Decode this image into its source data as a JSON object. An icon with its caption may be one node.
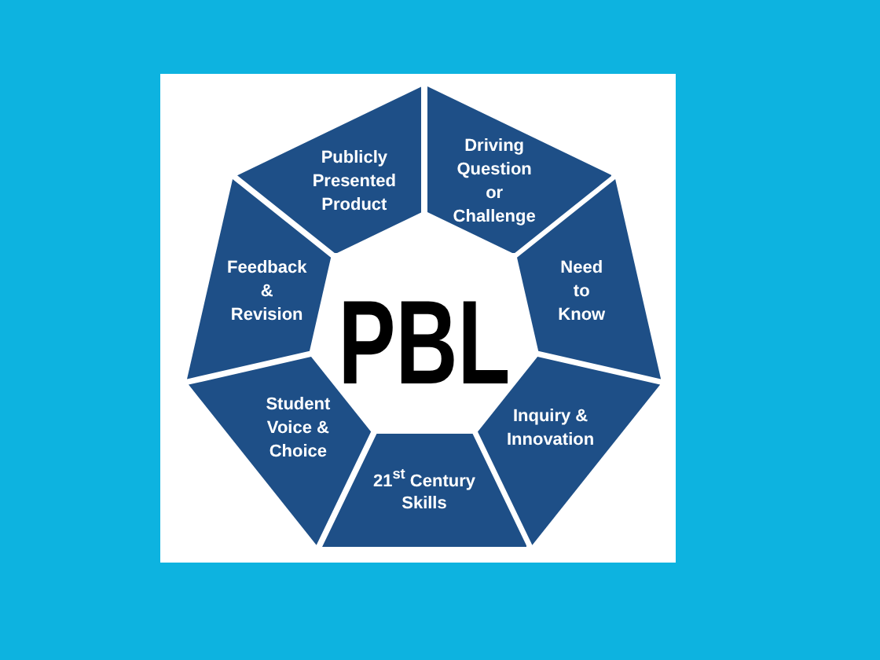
{
  "diagram": {
    "nodes": [
      {
        "text": [
          "PBL"
        ]
      },
      {
        "text": [
          "Driving Question or Challenge"
        ]
      },
      {
        "text": [
          "Need to Know"
        ]
      },
      {
        "text": [
          "Inquiry & Innovation"
        ]
      },
      {
        "text": [
          "21$^{st}$ Century Skills"
        ]
      },
      {
        "text": [
          "Student Voice & Choice"
        ]
      },
      {
        "text": [
          "Feedback & Revision"
        ]
      },
      {
        "text": [
          "Publicly Presented Product"
        ]
      }
    ]
  }
}
